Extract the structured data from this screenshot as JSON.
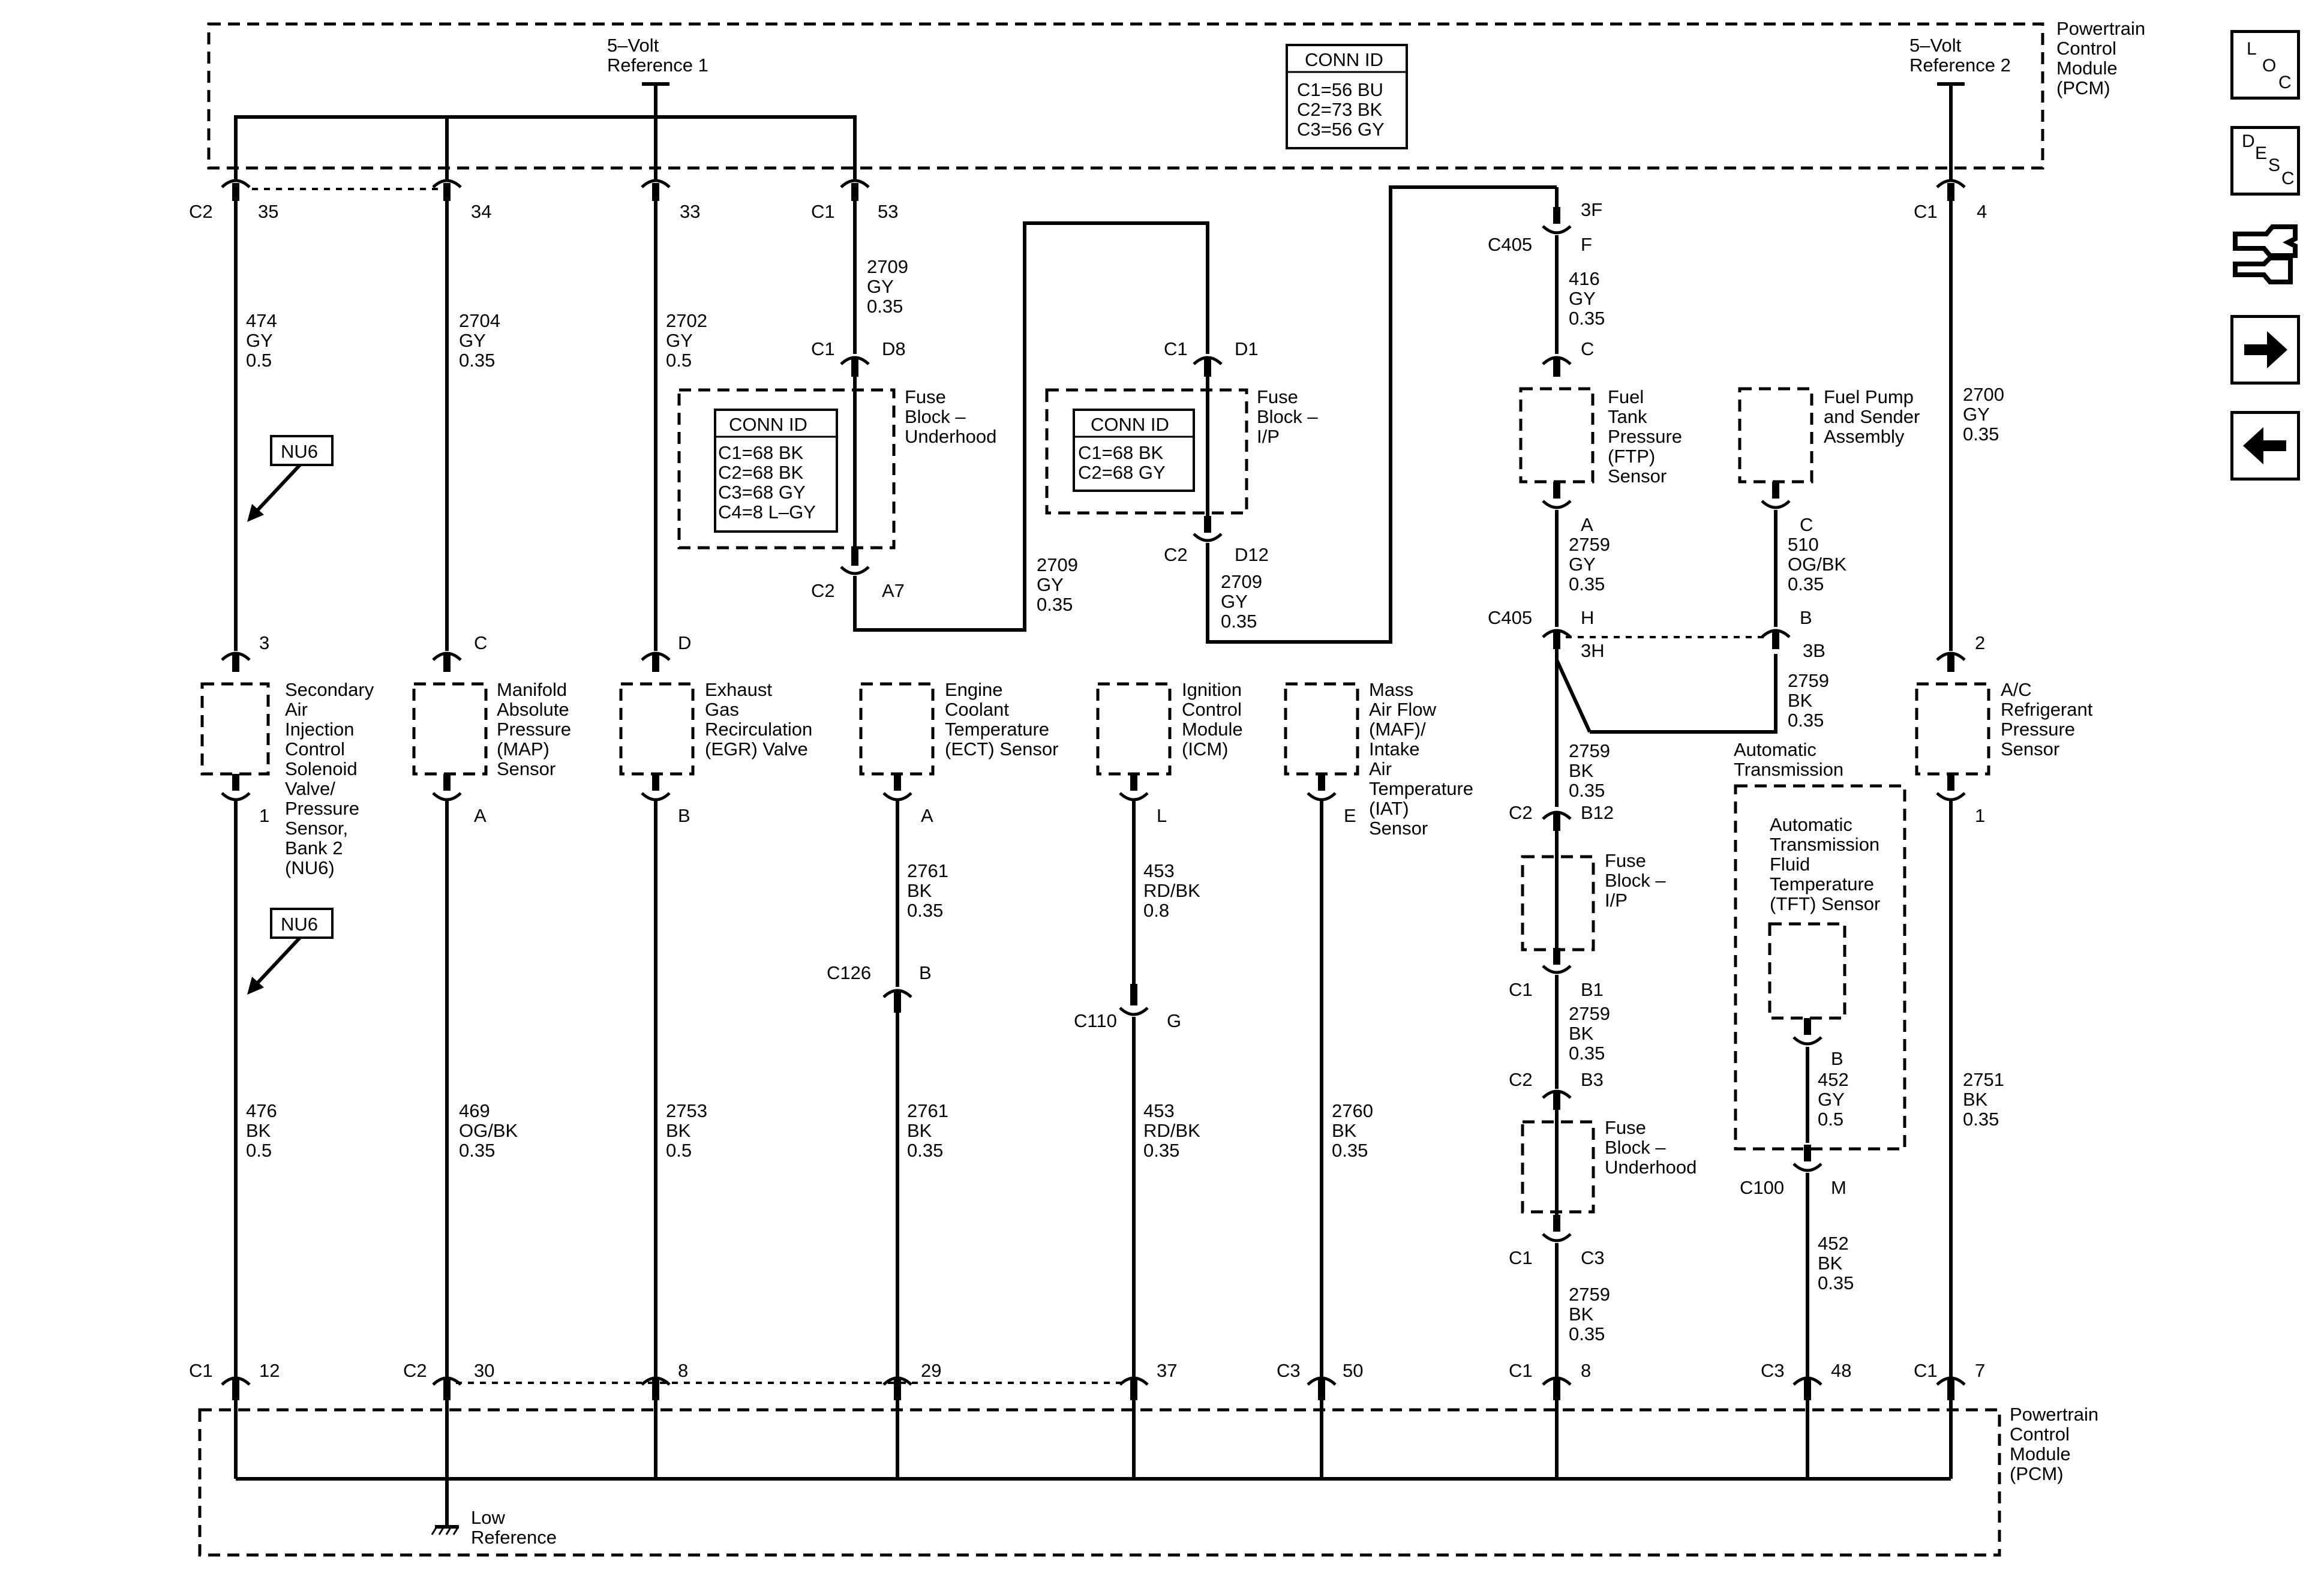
{
  "pcm_label": [
    "Powertrain",
    "Control",
    "Module",
    "(PCM)"
  ],
  "pcm_top": {
    "ref1": [
      "5–Volt",
      "Reference 1"
    ],
    "ref2": [
      "5–Volt",
      "Reference 2"
    ],
    "conn_id": {
      "title": "CONN ID",
      "rows": [
        "C1=56 BU",
        "C2=73 BK",
        "C3=56 GY"
      ]
    }
  },
  "fuse_underhood_top": {
    "conn_id": {
      "title": "CONN ID",
      "rows": [
        "C1=68 BK",
        "C2=68 BK",
        "C3=68 GY",
        "C4=8 L–GY"
      ]
    },
    "label": [
      "Fuse",
      "Block –",
      "Underhood"
    ]
  },
  "fuse_ip_top": {
    "conn_id": {
      "title": "CONN ID",
      "rows": [
        "C1=68 BK",
        "C2=68 GY"
      ]
    },
    "label": [
      "Fuse",
      "Block –",
      "I/P"
    ]
  },
  "top_pins": [
    {
      "conn": "C2",
      "pin": "35"
    },
    {
      "pin": "34"
    },
    {
      "pin": "33"
    },
    {
      "conn": "C1",
      "pin": "53"
    },
    {
      "conn": "C1",
      "pin": "4"
    }
  ],
  "wires_top": [
    [
      "474",
      "GY",
      "0.5"
    ],
    [
      "2704",
      "GY",
      "0.35"
    ],
    [
      "2702",
      "GY",
      "0.5"
    ],
    [
      "2709",
      "GY",
      "0.35"
    ],
    [
      "2700",
      "GY",
      "0.35"
    ]
  ],
  "fuse_pins": {
    "c1": "C1",
    "d8": "D8",
    "c2": "C2",
    "a7": "A7",
    "d1": "D1",
    "d12": "D12"
  },
  "wire_2709_mid": [
    "2709",
    "GY",
    "0.35"
  ],
  "wire_2709_right": [
    "2709",
    "GY",
    "0.35"
  ],
  "nu6": "NU6",
  "components": {
    "secondary_air": [
      "Secondary",
      "Air",
      "Injection",
      "Control",
      "Solenoid",
      "Valve/",
      "Pressure",
      "Sensor,",
      "Bank 2",
      "(NU6)"
    ],
    "map": [
      "Manifold",
      "Absolute",
      "Pressure",
      "(MAP)",
      "Sensor"
    ],
    "egr": [
      "Exhaust",
      "Gas",
      "Recirculation",
      "(EGR) Valve"
    ],
    "ect": [
      "Engine",
      "Coolant",
      "Temperature",
      "(ECT) Sensor"
    ],
    "icm": [
      "Ignition",
      "Control",
      "Module",
      "(ICM)"
    ],
    "maf": [
      "Mass",
      "Air Flow",
      "(MAF)/",
      "Intake",
      "Air",
      "Temperature",
      "(IAT)",
      "Sensor"
    ],
    "ftp": [
      "Fuel",
      "Tank",
      "Pressure",
      "(FTP)",
      "Sensor"
    ],
    "fuel_pump": [
      "Fuel Pump",
      "and Sender",
      "Assembly"
    ],
    "ac": [
      "A/C",
      "Refrigerant",
      "Pressure",
      "Sensor"
    ],
    "trans_title": [
      "Automatic",
      "Transmission"
    ],
    "tft": [
      "Automatic",
      "Transmission",
      "Fluid",
      "Temperature",
      "(TFT) Sensor"
    ],
    "fuse_ip_right": [
      "Fuse",
      "Block –",
      "I/P"
    ],
    "fuse_uh_right": [
      "Fuse",
      "Block –",
      "Underhood"
    ]
  },
  "comp_pins_top": [
    "3",
    "C",
    "D",
    "2"
  ],
  "comp_pins_bottom": [
    "1",
    "A",
    "B",
    "A",
    "L",
    "E",
    "1"
  ],
  "c405": {
    "conn": "C405",
    "pin3f": "3F",
    "pinf": "F",
    "pinh": "H",
    "pin3h": "3H",
    "pinb": "B",
    "pin3b": "3B"
  },
  "wire_416": [
    "416",
    "GY",
    "0.35"
  ],
  "ftp_pins": {
    "top": "C",
    "bottom": "A"
  },
  "wire_2759_a": [
    "2759",
    "GY",
    "0.35"
  ],
  "fuel_pump_pin": "C",
  "wire_510": [
    "510",
    "OG/BK",
    "0.35"
  ],
  "wire_2759_b": [
    "2759",
    "BK",
    "0.35"
  ],
  "wire_2759_c": [
    "2759",
    "BK",
    "0.35"
  ],
  "right_fuse_pins": {
    "c2a": "C2",
    "b12": "B12",
    "c1a": "C1",
    "b1": "B1",
    "c2b": "C2",
    "b3": "B3",
    "c1b": "C1",
    "c3": "C3"
  },
  "wire_2759_d": [
    "2759",
    "BK",
    "0.35"
  ],
  "wire_2759_e": [
    "2759",
    "BK",
    "0.35"
  ],
  "ect_wire1": [
    "2761",
    "BK",
    "0.35"
  ],
  "c126": {
    "conn": "C126",
    "pin": "B"
  },
  "icm_wire1": [
    "453",
    "RD/BK",
    "0.8"
  ],
  "c110": {
    "conn": "C110",
    "pin": "G"
  },
  "tft_pin": "B",
  "wire_452_a": [
    "452",
    "GY",
    "0.5"
  ],
  "c100": {
    "conn": "C100",
    "pin": "M"
  },
  "wire_452_b": [
    "452",
    "BK",
    "0.35"
  ],
  "wires_bottom": [
    [
      "476",
      "BK",
      "0.5"
    ],
    [
      "469",
      "OG/BK",
      "0.35"
    ],
    [
      "2753",
      "BK",
      "0.5"
    ],
    [
      "2761",
      "BK",
      "0.35"
    ],
    [
      "453",
      "RD/BK",
      "0.35"
    ],
    [
      "2760",
      "BK",
      "0.35"
    ],
    [
      "2751",
      "BK",
      "0.35"
    ]
  ],
  "bottom_pins": [
    {
      "conn": "C1",
      "pin": "12"
    },
    {
      "conn": "C2",
      "pin": "30"
    },
    {
      "pin": "8"
    },
    {
      "pin": "29"
    },
    {
      "pin": "37"
    },
    {
      "conn": "C3",
      "pin": "50"
    },
    {
      "conn": "C1",
      "pin": "8"
    },
    {
      "conn": "C3",
      "pin": "48"
    },
    {
      "conn": "C1",
      "pin": "7"
    }
  ],
  "low_ref": [
    "Low",
    "Reference"
  ],
  "nav": {
    "loc": [
      "L",
      "O",
      "C"
    ],
    "desc": [
      "D",
      "E",
      "S",
      "C"
    ],
    "connector_icon": "connector-icon",
    "next_icon": "arrow-right-icon",
    "prev_icon": "arrow-left-icon"
  }
}
